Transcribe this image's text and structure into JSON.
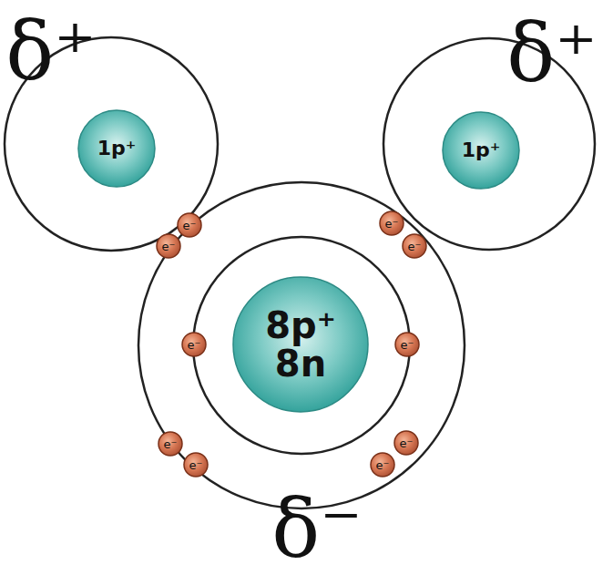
{
  "diagram": {
    "nodes": [
      {
        "text": [
          "1p⁺"
        ]
      },
      {
        "text": [
          "1p⁺"
        ]
      },
      {
        "text": [
          "e⁻"
        ]
      },
      {
        "text": [
          "e⁻"
        ]
      },
      {
        "text": [
          "e⁻"
        ]
      },
      {
        "text": [
          "e⁻"
        ]
      },
      {
        "text": [
          "8p⁺ 8n"
        ]
      },
      {
        "text": [
          "e⁻"
        ]
      },
      {
        "text": [
          "e⁻"
        ]
      },
      {
        "text": [
          "e⁻"
        ]
      },
      {
        "text": [
          "e⁻"
        ]
      },
      {
        "text": [
          "e⁻"
        ]
      },
      {
        "text": [
          "e⁻"
        ]
      }
    ],
    "labels": [
      "δ⁺",
      "δ⁺",
      "δ⁻"
    ]
  }
}
